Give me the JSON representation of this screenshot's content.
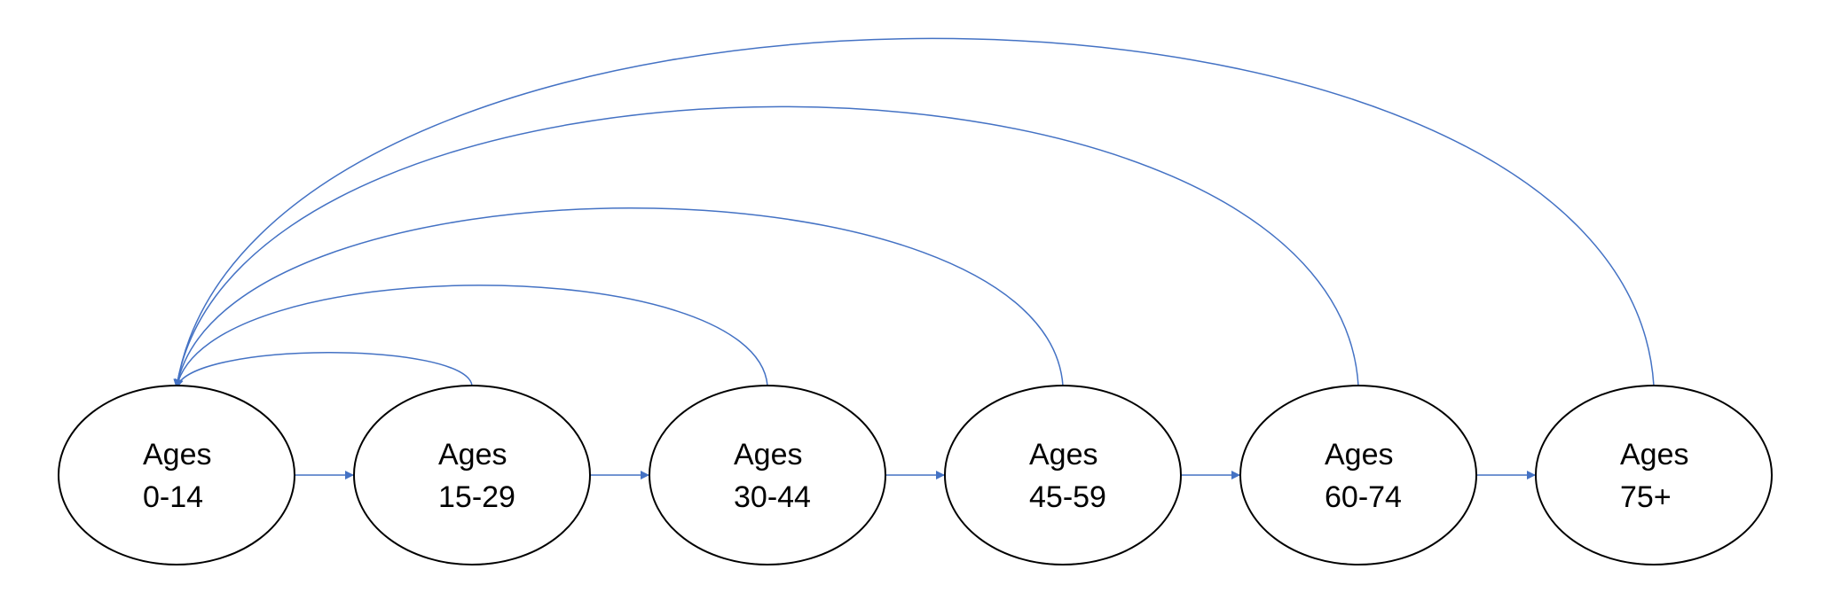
{
  "diagram": {
    "edge_color": "#4472C4",
    "nodes": [
      {
        "id": "n0",
        "line1": "Ages",
        "line2": "0-14"
      },
      {
        "id": "n1",
        "line1": "Ages",
        "line2": "15-29"
      },
      {
        "id": "n2",
        "line1": "Ages",
        "line2": "30-44"
      },
      {
        "id": "n3",
        "line1": "Ages",
        "line2": "45-59"
      },
      {
        "id": "n4",
        "line1": "Ages",
        "line2": "60-74"
      },
      {
        "id": "n5",
        "line1": "Ages",
        "line2": "75+"
      }
    ],
    "edges": [
      {
        "from": "n0",
        "to": "n1",
        "kind": "straight"
      },
      {
        "from": "n1",
        "to": "n2",
        "kind": "straight"
      },
      {
        "from": "n2",
        "to": "n3",
        "kind": "straight"
      },
      {
        "from": "n3",
        "to": "n4",
        "kind": "straight"
      },
      {
        "from": "n4",
        "to": "n5",
        "kind": "straight"
      },
      {
        "from": "n1",
        "to": "n0",
        "kind": "arc"
      },
      {
        "from": "n2",
        "to": "n0",
        "kind": "arc"
      },
      {
        "from": "n3",
        "to": "n0",
        "kind": "arc"
      },
      {
        "from": "n4",
        "to": "n0",
        "kind": "arc"
      },
      {
        "from": "n5",
        "to": "n0",
        "kind": "arc"
      }
    ]
  }
}
